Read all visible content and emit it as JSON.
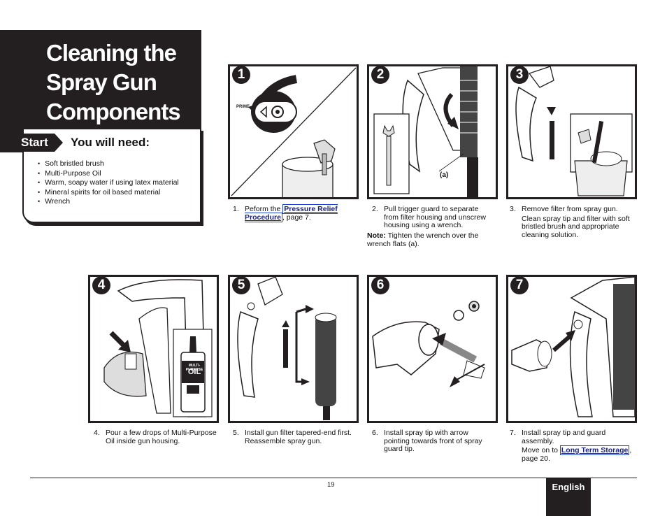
{
  "title": "Cleaning the\nSpray Gun\nComponents",
  "start_label": "Start",
  "need_heading": "You will need:",
  "supplies": [
    "Soft bristled brush",
    "Multi-Purpose Oil",
    "Warm, soapy water if using latex material",
    "Mineral spirits for oil based material",
    "Wrench"
  ],
  "steps": [
    {
      "num": "1",
      "caption_num": "1.",
      "pre": "Peform the ",
      "link": "Pressure Relief Procedure",
      "post": ", page 7.",
      "prime_label": "PRIME"
    },
    {
      "num": "2",
      "caption_num": "2.",
      "text": "Pull trigger guard to separate from filter housing and unscrew housing using a wrench.",
      "note_label": "Note:",
      "note": " Tighten the wrench over the wrench flats (a).",
      "callout": "(a)"
    },
    {
      "num": "3",
      "caption_num": "3.",
      "text": "Remove filter from spray gun.",
      "text2": "Clean spray tip and filter with soft bristled brush and appropriate cleaning solution."
    },
    {
      "num": "4",
      "caption_num": "4.",
      "text": "Pour a few drops of Multi-Purpose Oil inside gun housing.",
      "oil_label1": "MULTI-PURPOSE",
      "oil_label2": "OIL"
    },
    {
      "num": "5",
      "caption_num": "5.",
      "text": "Install gun filter tapered-end first. Reassemble spray gun."
    },
    {
      "num": "6",
      "caption_num": "6.",
      "text": "Install spray tip with arrow pointing towards front of spray guard tip."
    },
    {
      "num": "7",
      "caption_num": "7.",
      "text": "Install spray tip and guard assembly.",
      "pre": "Move on to ",
      "link": "Long Term Storage",
      "post": ", page 20."
    }
  ],
  "footer": {
    "page_number": "19",
    "language": "English"
  }
}
